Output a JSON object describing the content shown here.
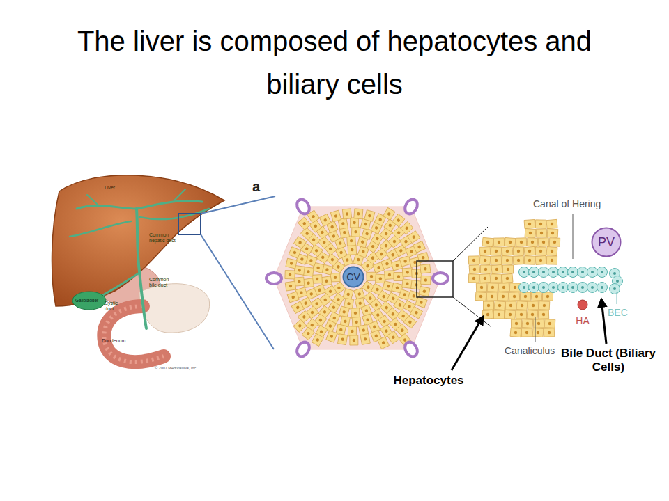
{
  "diagram": {
    "title": "The liver is composed of hepatocytes and biliary cells",
    "nodes": [
      {
        "text": [
          "CV"
        ]
      },
      {
        "text": [
          "PV"
        ]
      }
    ],
    "labels": [
      "a",
      "Liver",
      "Common hepatic duct",
      "Gallbladder",
      "Cystic duct",
      "Common bile duct",
      "Duodenum",
      "© 2007 MediVisuals, Inc.",
      "Canal of Hering",
      "HA",
      "BEC",
      "Canaliculus",
      "Bile Duct (Biliary Cells)",
      "Hepatocytes"
    ]
  }
}
